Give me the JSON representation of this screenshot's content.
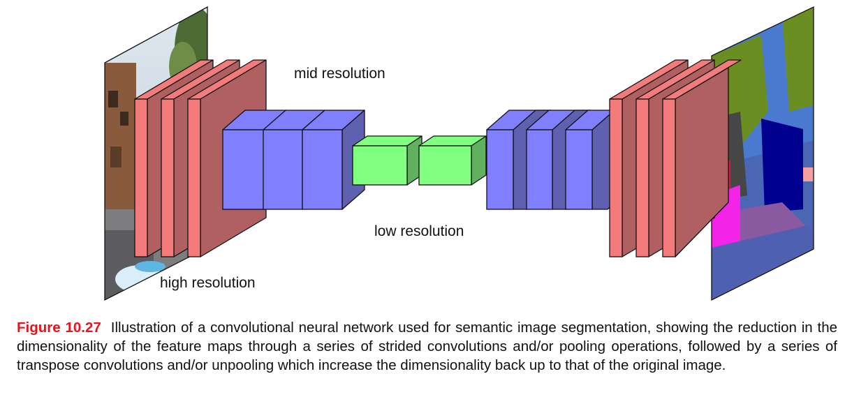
{
  "labels": {
    "mid": "mid resolution",
    "low": "low resolution",
    "high": "high resolution"
  },
  "caption": {
    "figure_number": "Figure 10.27",
    "text": "Illustration of a convolutional neural network used for semantic image segmentation, showing the reduction in the dimensionality of the feature maps through a series of strided convolutions and/or pooling operations, followed by a series of transpose convolutions and/or unpooling which increase the dimensionality back up to that of the original image."
  },
  "colors": {
    "high_res_front": "#f47b7b",
    "high_res_side": "#b06060",
    "mid_res_front": "#8080ff",
    "mid_res_side": "#6060b0",
    "low_res_front": "#80ff80",
    "low_res_side": "#60b060",
    "caption_figure": "#e8141c"
  },
  "images": {
    "input": "street-scene-photo",
    "output": "segmentation-label-map"
  }
}
